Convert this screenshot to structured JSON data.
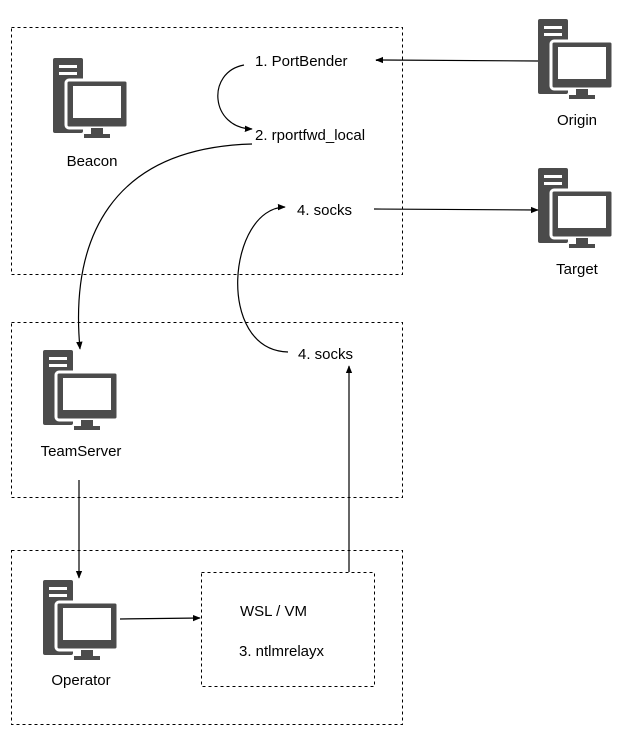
{
  "colors": {
    "icon": "#4b4b4b",
    "stroke": "#000000",
    "background": "#ffffff"
  },
  "nodes": {
    "beacon": {
      "label": "Beacon",
      "icon": "computer-icon"
    },
    "origin": {
      "label": "Origin",
      "icon": "computer-icon"
    },
    "target": {
      "label": "Target",
      "icon": "computer-icon"
    },
    "teamserver": {
      "label": "TeamServer",
      "icon": "computer-icon"
    },
    "operator": {
      "label": "Operator",
      "icon": "computer-icon"
    }
  },
  "steps": {
    "portbender": "1. PortBender",
    "rportfwd": "2. rportfwd_local",
    "socks_beacon": "4. socks",
    "socks_teamserver": "4. socks",
    "wsl": "WSL / VM",
    "ntlmrelayx": "3. ntlmrelayx"
  }
}
